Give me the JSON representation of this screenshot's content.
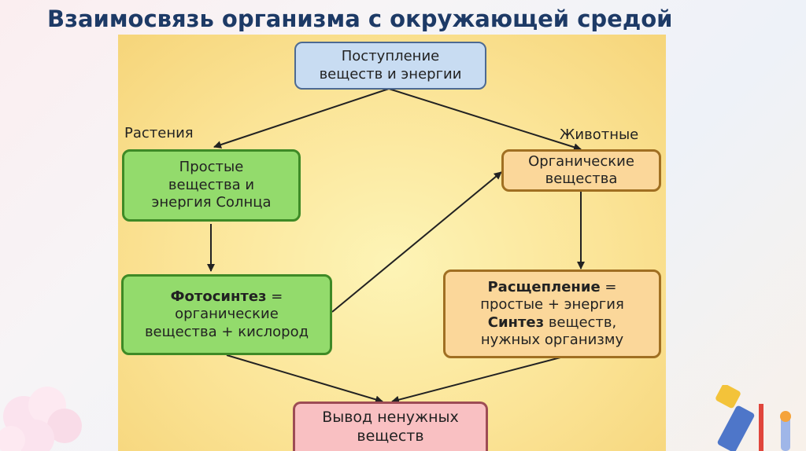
{
  "title": "Взаимосвязь организма с окружающей средой",
  "labels": {
    "plants": "Растения",
    "animals": "Животные"
  },
  "nodes": {
    "intake": {
      "line1": "Поступление",
      "line2": "веществ и энергии"
    },
    "simple": {
      "line1": "Простые",
      "line2": "вещества и",
      "line3": "энергия Солнца"
    },
    "photo": {
      "bold": "Фотосинтез",
      "rest1": " =",
      "line2": "органические",
      "line3": "вещества + кислород"
    },
    "organic": {
      "line1": "Органические",
      "line2": "вещества"
    },
    "split": {
      "bold1": "Расщепление",
      "rest1": " =",
      "line2": "простые + энергия",
      "bold3": "Синтез",
      "rest3": " веществ,",
      "line4": "нужных организму"
    },
    "output": {
      "line1": "Вывод ненужных",
      "line2": "веществ"
    }
  },
  "colors": {
    "title": "#1d3a66",
    "intake": "#c8dcf2",
    "plants_boxes": "#93db6c",
    "animals_boxes": "#fbd79a",
    "output": "#f9c0c2",
    "panel": "#fbe497"
  }
}
